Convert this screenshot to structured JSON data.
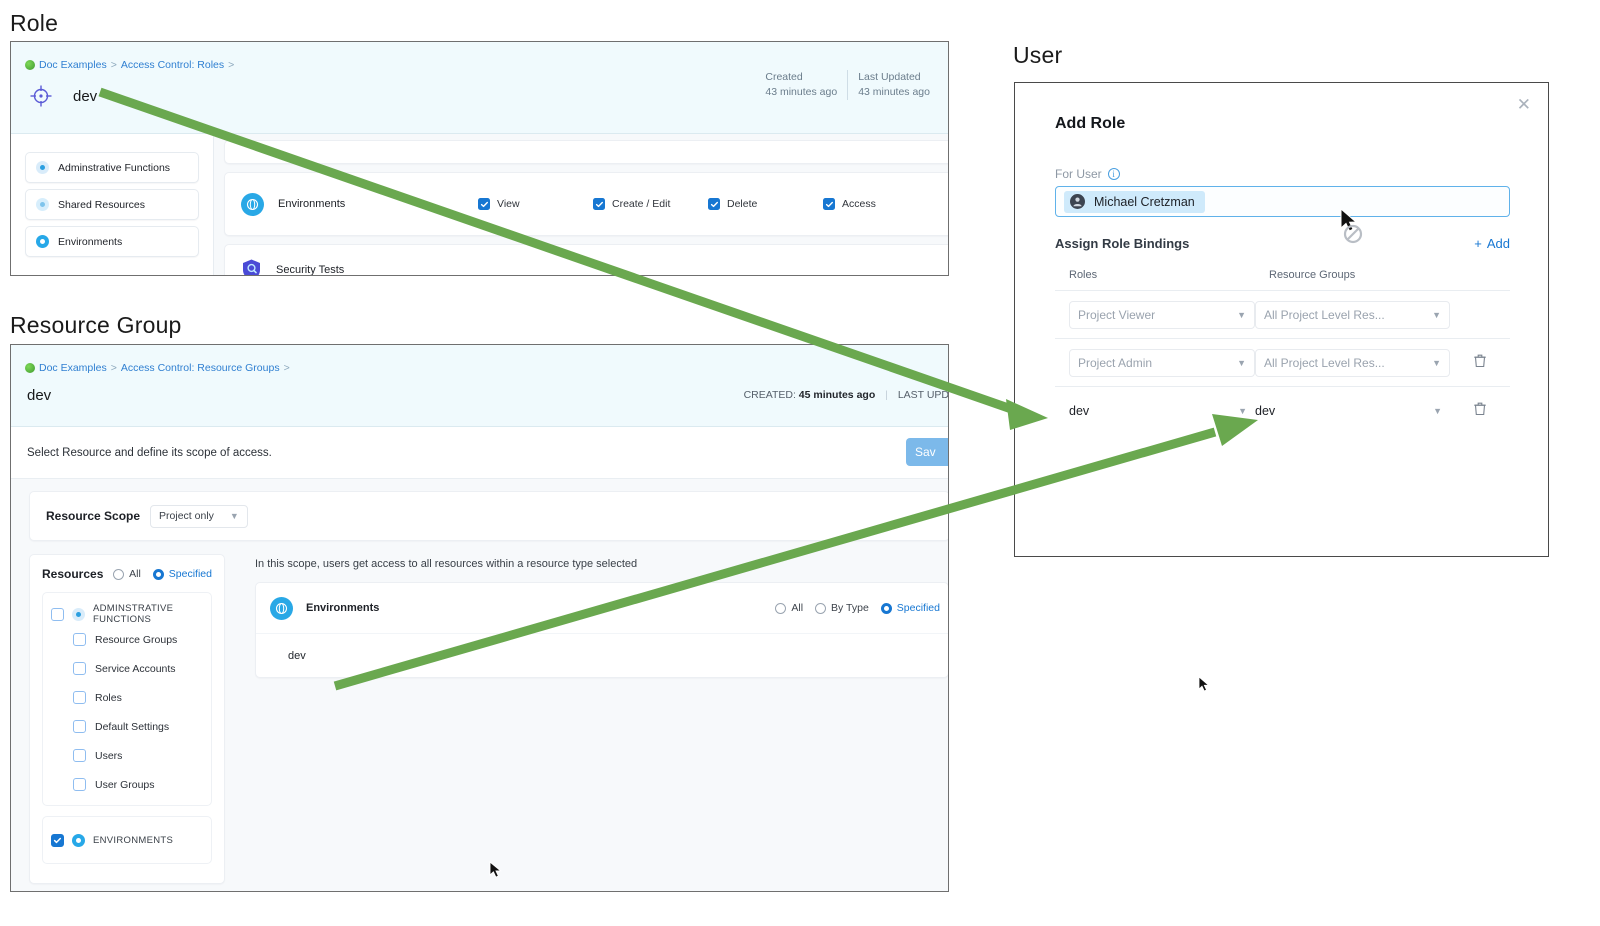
{
  "captions": {
    "role": "Role",
    "resource_group": "Resource Group",
    "user": "User"
  },
  "role_panel": {
    "breadcrumb": {
      "project": "Doc Examples",
      "section": "Access Control: Roles",
      "sep": ">"
    },
    "title": "dev",
    "meta": [
      {
        "label": "Created",
        "value": "43 minutes ago"
      },
      {
        "label": "Last Updated",
        "value": "43 minutes ago"
      }
    ],
    "sidebar": [
      {
        "label": "Adminstrative Functions",
        "icon": "pale-dot-icon"
      },
      {
        "label": "Shared Resources",
        "icon": "pale-dot-icon"
      },
      {
        "label": "Environments",
        "icon": "solid-dot-icon"
      }
    ],
    "permissions": [
      {
        "name": "Environments",
        "icon": "environments-icon",
        "checks": [
          {
            "label": "View",
            "checked": true
          },
          {
            "label": "Create / Edit",
            "checked": true
          },
          {
            "label": "Delete",
            "checked": true
          },
          {
            "label": "Access",
            "checked": true
          }
        ]
      },
      {
        "name": "Security Tests",
        "icon": "shield-icon",
        "checks": []
      }
    ]
  },
  "resource_group_panel": {
    "breadcrumb": {
      "project": "Doc Examples",
      "section": "Access Control: Resource Groups",
      "sep": ">"
    },
    "title": "dev",
    "meta": {
      "created_label": "CREATED:",
      "created_value": "45 minutes ago",
      "last_updated_label": "LAST UPD"
    },
    "subbar": {
      "text": "Select Resource and define its scope of access.",
      "save_label": "Sav"
    },
    "scope": {
      "label": "Resource Scope",
      "value": "Project only"
    },
    "resources": {
      "title": "Resources",
      "options": [
        {
          "label": "All",
          "selected": false
        },
        {
          "label": "Specified",
          "selected": true
        }
      ],
      "groups": [
        {
          "label": "ADMINSTRATIVE FUNCTIONS",
          "checked": false,
          "children": [
            {
              "label": "Resource Groups",
              "checked": false
            },
            {
              "label": "Service Accounts",
              "checked": false
            },
            {
              "label": "Roles",
              "checked": false
            },
            {
              "label": "Default Settings",
              "checked": false
            },
            {
              "label": "Users",
              "checked": false
            },
            {
              "label": "User Groups",
              "checked": false
            }
          ]
        },
        {
          "label": "ENVIRONMENTS",
          "checked": true,
          "children": []
        }
      ]
    },
    "scope_detail": {
      "note": "In this scope, users get access to all resources within a resource type selected",
      "card_title": "Environments",
      "options": [
        {
          "label": "All",
          "selected": false
        },
        {
          "label": "By Type",
          "selected": false
        },
        {
          "label": "Specified",
          "selected": true
        }
      ],
      "items": [
        {
          "label": "dev"
        }
      ]
    }
  },
  "user_dialog": {
    "title": "Add Role",
    "close_icon": "close-icon",
    "for_user_label": "For User",
    "user_chip": "Michael Cretzman",
    "bindings_title": "Assign Role Bindings",
    "add_label": "Add",
    "columns": [
      "Roles",
      "Resource Groups"
    ],
    "rows": [
      {
        "role": "Project Viewer",
        "resource_group": "All Project Level Res...",
        "style": "placeholder",
        "deletable": false
      },
      {
        "role": "Project Admin",
        "resource_group": "All Project Level Res...",
        "style": "placeholder",
        "deletable": true
      },
      {
        "role": "dev",
        "resource_group": "dev",
        "style": "value",
        "deletable": true
      }
    ]
  },
  "colors": {
    "arrow_green": "#6aa84f",
    "accent_blue": "#1777d2",
    "header_bg": "#f0fafd",
    "icon_cyan": "#29a8e6"
  }
}
